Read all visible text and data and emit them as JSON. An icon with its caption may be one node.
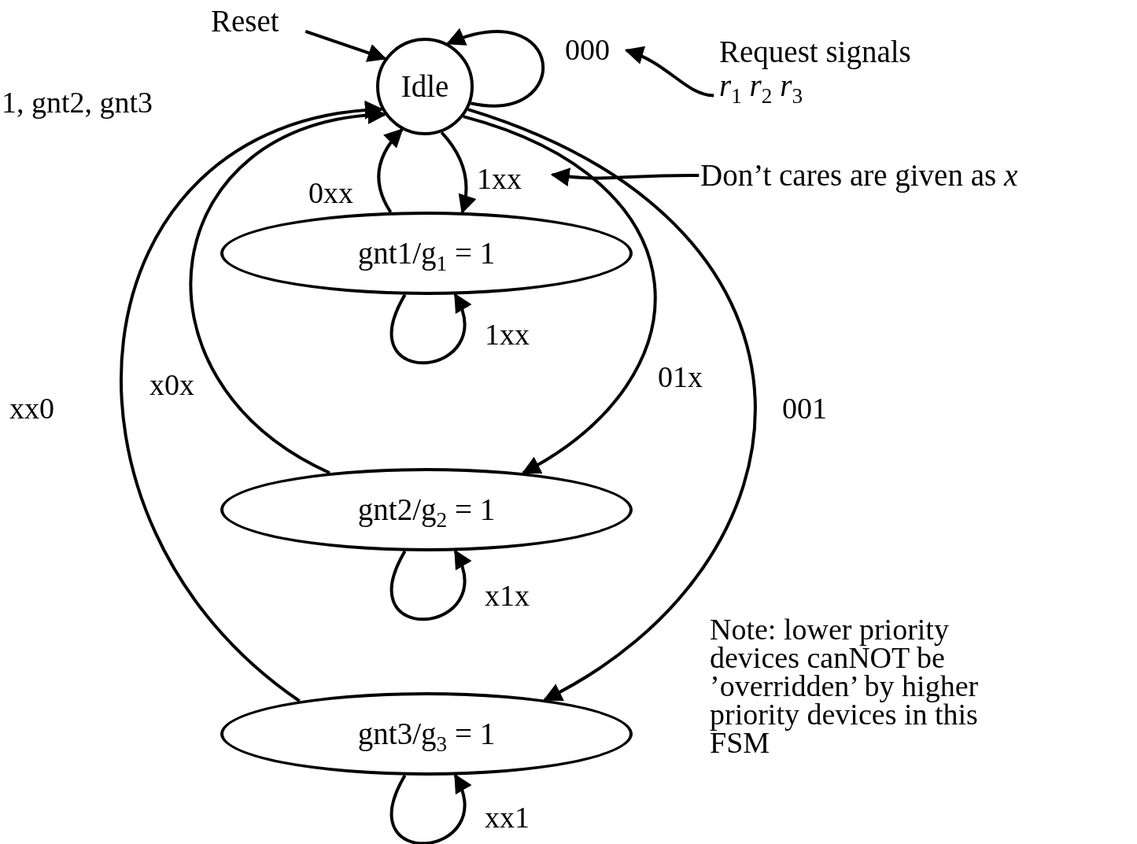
{
  "diagram": {
    "nodes": [
      {
        "text": [
          "Reset"
        ]
      },
      {
        "text": [
          "Idle"
        ]
      },
      {
        "text": [
          "gnt1/g$_{1}$ = 1"
        ]
      },
      {
        "text": [
          "gnt2/g$_{2}$ = 1"
        ]
      },
      {
        "text": [
          "gnt3/g$_{3}$ = 1"
        ]
      },
      {
        "text": [
          "Request signals",
          "*r*$_{1}$ *r*$_{2}$ *r*$_{3}$"
        ]
      },
      {
        "text": [
          "Don’t cares are given as *x*"
        ]
      }
    ],
    "edges": [
      {
        "from": 0,
        "to": 1,
        "arrow": "to"
      },
      {
        "from": 1,
        "to": 1,
        "arrow": "to",
        "label": "000"
      },
      {
        "from": 1,
        "to": 2,
        "arrow": "to",
        "label": "1xx"
      },
      {
        "from": 2,
        "to": 1,
        "arrow": "to",
        "label": "0xx"
      },
      {
        "from": 2,
        "to": 2,
        "arrow": "to",
        "label": "1xx"
      },
      {
        "from": 1,
        "to": 3,
        "arrow": "to",
        "label": "01x"
      },
      {
        "from": 3,
        "to": 1,
        "arrow": "to",
        "label": "x0x"
      },
      {
        "from": 3,
        "to": 3,
        "arrow": "to",
        "label": "x1x"
      },
      {
        "from": 1,
        "to": 4,
        "arrow": "to",
        "label": "001"
      },
      {
        "from": 4,
        "to": 1,
        "arrow": "to",
        "label": "xx0"
      },
      {
        "from": 4,
        "to": 4,
        "arrow": "to",
        "label": "xx1"
      },
      {
        "from": 5,
        "to": null,
        "arrow": "to"
      },
      {
        "from": 6,
        "to": null,
        "arrow": "to"
      }
    ],
    "labels": [
      "1, gnt2, gnt3",
      "Note: lower priority devices canNOT be ’overridden’ by higher priority devices in this FSM"
    ]
  }
}
